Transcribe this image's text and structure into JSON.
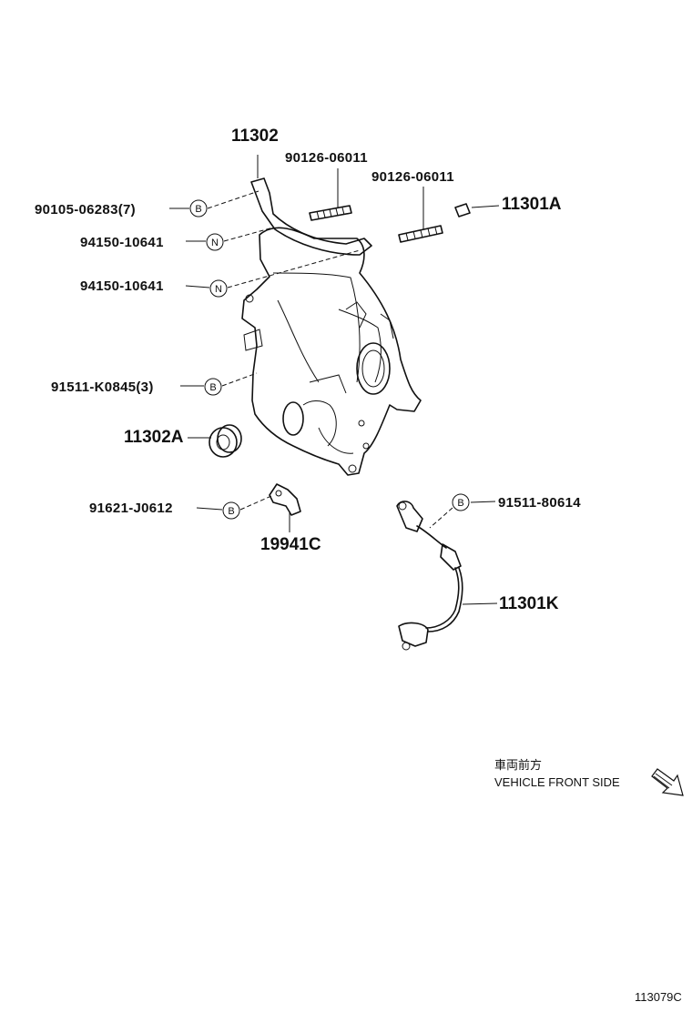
{
  "labels": {
    "p11302": "11302",
    "p90126_a": "90126-06011",
    "p90126_b": "90126-06011",
    "p11301A": "11301A",
    "p90105": "90105-06283(7)",
    "p94150_a": "94150-10641",
    "p94150_b": "94150-10641",
    "p91511_k": "91511-K0845(3)",
    "p11302A": "11302A",
    "p91621": "91621-J0612",
    "p19941C": "19941C",
    "p91511_8": "91511-80614",
    "p11301K": "11301K"
  },
  "symbols": {
    "b": "B",
    "n": "N"
  },
  "orientation": {
    "jp": "車両前方",
    "en": "VEHICLE FRONT SIDE"
  },
  "figure_id": "113079C",
  "icons": {
    "direction": "front-direction-arrow-icon"
  }
}
